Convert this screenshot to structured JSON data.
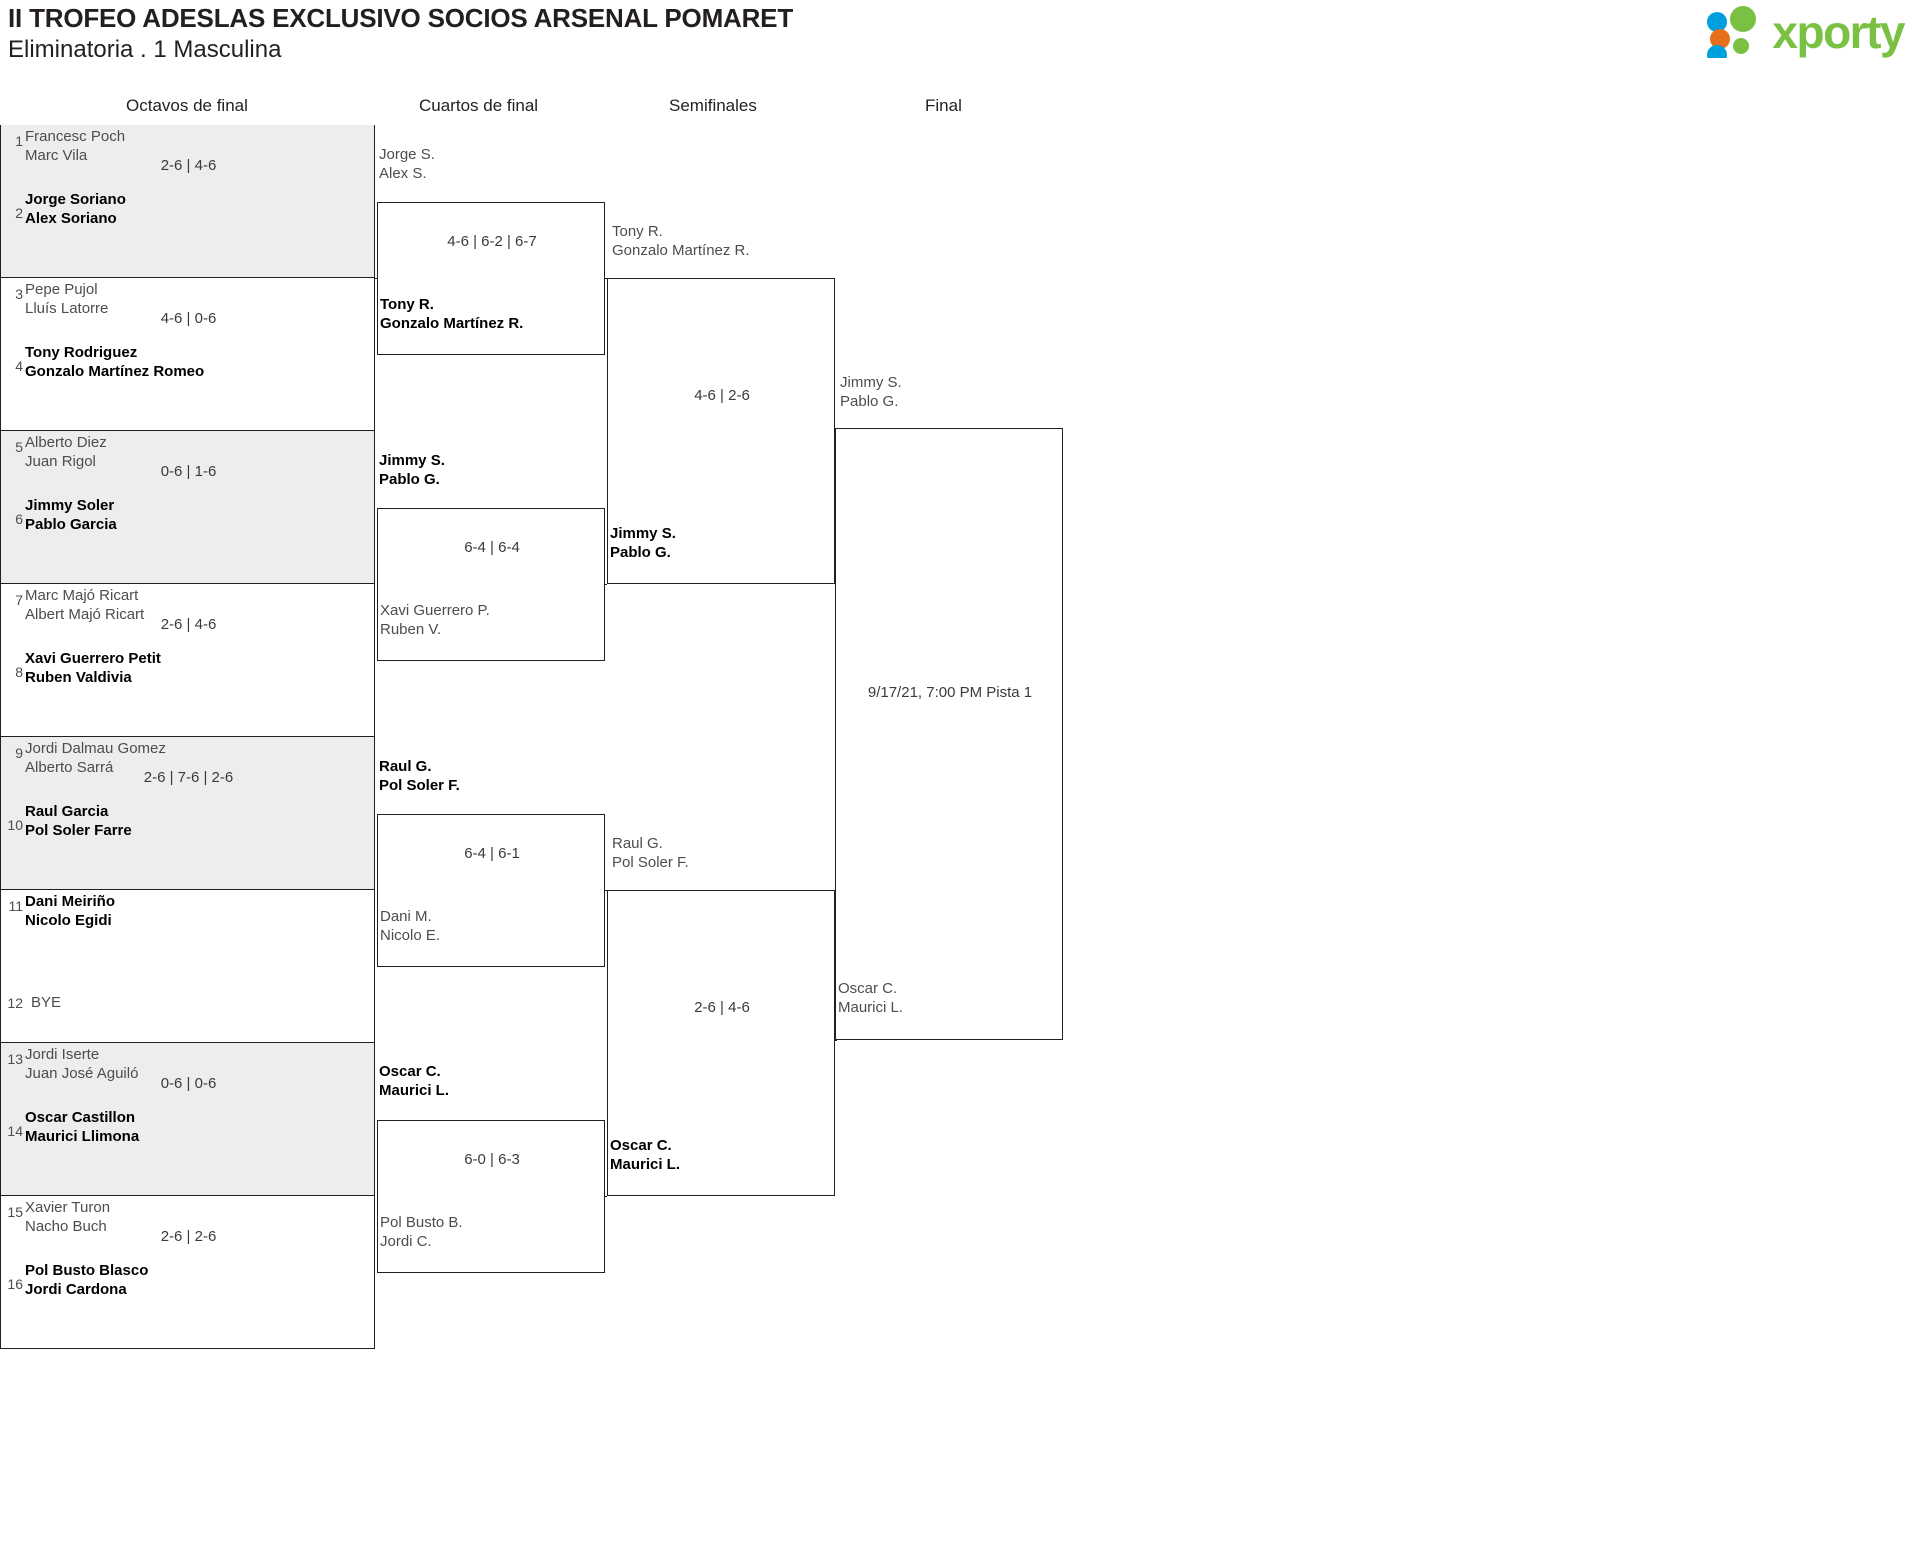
{
  "header": {
    "title": "II TROFEO ADESLAS EXCLUSIVO SOCIOS ARSENAL POMARET",
    "subtitle": "Eliminatoria . 1 Masculina"
  },
  "brand": {
    "wordmark": "xporty",
    "dot_colors": [
      "#00a0df",
      "#e8701a",
      "#7ac143",
      "#7ac143",
      "#00a0df"
    ],
    "text_color": "#7ac143"
  },
  "rounds": [
    {
      "key": "r16",
      "label": "Octavos de final"
    },
    {
      "key": "qf",
      "label": "Cuartos de final"
    },
    {
      "key": "sf",
      "label": "Semifinales"
    },
    {
      "key": "f",
      "label": "Final"
    }
  ],
  "colors": {
    "shade": "#ededed",
    "line": "#231f20",
    "winner_text": "#000000",
    "loser_text": "#4d4d4d"
  },
  "round16": [
    {
      "seed_top": "1",
      "seed_bottom": "2",
      "top": {
        "p1": "Francesc Poch",
        "p2": "Marc Vila",
        "winner": false
      },
      "bottom": {
        "p1": "Jorge Soriano",
        "p2": "Alex Soriano",
        "winner": true
      },
      "score": "2-6 | 4-6"
    },
    {
      "seed_top": "3",
      "seed_bottom": "4",
      "top": {
        "p1": "Pepe Pujol",
        "p2": "Lluís Latorre",
        "winner": false
      },
      "bottom": {
        "p1": "Tony Rodriguez",
        "p2": "Gonzalo Martínez Romeo",
        "winner": true
      },
      "score": "4-6 | 0-6"
    },
    {
      "seed_top": "5",
      "seed_bottom": "6",
      "top": {
        "p1": "Alberto Diez",
        "p2": "Juan Rigol",
        "winner": false
      },
      "bottom": {
        "p1": "Jimmy Soler",
        "p2": "Pablo Garcia",
        "winner": true
      },
      "score": "0-6 | 1-6"
    },
    {
      "seed_top": "7",
      "seed_bottom": "8",
      "top": {
        "p1": "Marc Majó Ricart",
        "p2": "Albert Majó Ricart",
        "winner": false
      },
      "bottom": {
        "p1": "Xavi Guerrero Petit",
        "p2": "Ruben Valdivia",
        "winner": true
      },
      "score": "2-6 | 4-6"
    },
    {
      "seed_top": "9",
      "seed_bottom": "10",
      "top": {
        "p1": "Jordi Dalmau Gomez",
        "p2": "Alberto Sarrá",
        "winner": false
      },
      "bottom": {
        "p1": "Raul Garcia",
        "p2": "Pol Soler Farre",
        "winner": true
      },
      "score": "2-6 | 7-6 | 2-6"
    },
    {
      "seed_top": "11",
      "seed_bottom": "12",
      "top": {
        "p1": "Dani Meiriño",
        "p2": "Nicolo Egidi",
        "winner": true
      },
      "bottom": {
        "bye": "BYE",
        "winner": false
      },
      "score": ""
    },
    {
      "seed_top": "13",
      "seed_bottom": "14",
      "top": {
        "p1": "Jordi Iserte",
        "p2": "Juan José Aguiló",
        "winner": false
      },
      "bottom": {
        "p1": "Oscar Castillon",
        "p2": "Maurici Llimona",
        "winner": true
      },
      "score": "0-6 | 0-6"
    },
    {
      "seed_top": "15",
      "seed_bottom": "16",
      "top": {
        "p1": "Xavier Turon",
        "p2": "Nacho Buch",
        "winner": false
      },
      "bottom": {
        "p1": "Pol Busto Blasco",
        "p2": "Jordi Cardona",
        "winner": true
      },
      "score": "2-6 | 2-6"
    }
  ],
  "quarterfinals": [
    {
      "top": {
        "p1": "Jorge S.",
        "p2": "Alex S.",
        "winner": false
      },
      "bottom": {
        "p1": "Tony R.",
        "p2": "Gonzalo Martínez R.",
        "winner": true
      },
      "score": "4-6 | 6-2 | 6-7"
    },
    {
      "top": {
        "p1": "Jimmy S.",
        "p2": "Pablo G.",
        "winner": true
      },
      "bottom": {
        "p1": "Xavi Guerrero P.",
        "p2": "Ruben V.",
        "winner": false
      },
      "score": "6-4 | 6-4"
    },
    {
      "top": {
        "p1": "Raul G.",
        "p2": "Pol Soler F.",
        "winner": true
      },
      "bottom": {
        "p1": "Dani M.",
        "p2": "Nicolo E.",
        "winner": false
      },
      "score": "6-4 | 6-1"
    },
    {
      "top": {
        "p1": "Oscar C.",
        "p2": "Maurici L.",
        "winner": true
      },
      "bottom": {
        "p1": "Pol Busto B.",
        "p2": "Jordi C.",
        "winner": false
      },
      "score": "6-0 | 6-3"
    }
  ],
  "semifinals": [
    {
      "top": {
        "p1": "Tony R.",
        "p2": "Gonzalo Martínez R.",
        "winner": false
      },
      "bottom": {
        "p1": "Jimmy S.",
        "p2": "Pablo G.",
        "winner": true
      },
      "score": "4-6 | 2-6"
    },
    {
      "top": {
        "p1": "Raul G.",
        "p2": "Pol Soler F.",
        "winner": false
      },
      "bottom": {
        "p1": "Oscar C.",
        "p2": "Maurici L.",
        "winner": true
      },
      "score": "2-6 | 4-6"
    }
  ],
  "final": {
    "top": {
      "p1": "Jimmy S.",
      "p2": "Pablo G.",
      "winner": false
    },
    "bottom": {
      "p1": "Oscar C.",
      "p2": "Maurici L.",
      "winner": false
    },
    "schedule": "9/17/21, 7:00 PM Pista 1"
  }
}
